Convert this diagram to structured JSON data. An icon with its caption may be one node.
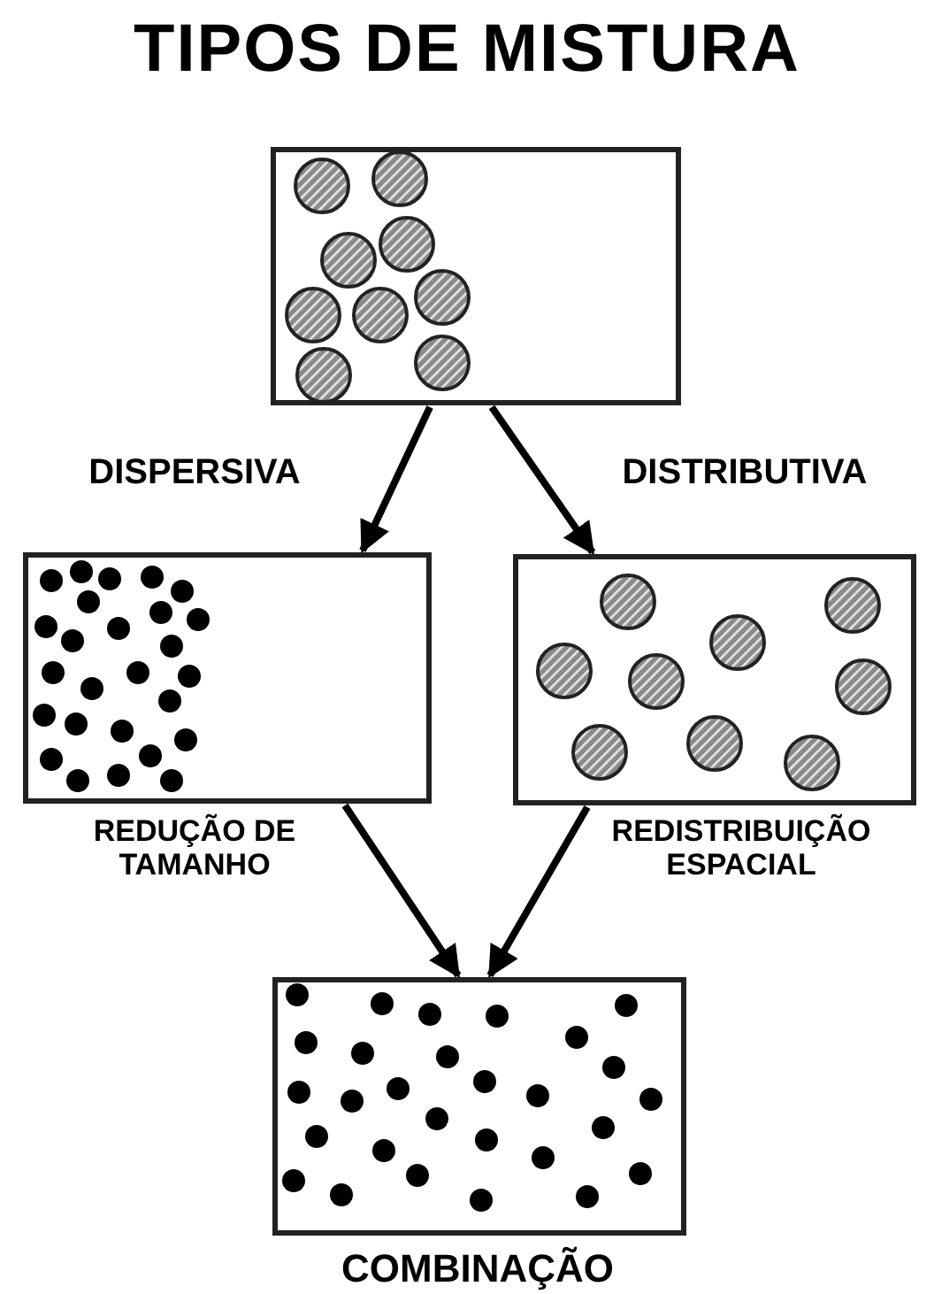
{
  "diagram": {
    "title": "TIPOS DE MISTURA",
    "nodes": [
      {
        "text": [],
        "shape": "box"
      },
      {
        "text": [],
        "shape": "box",
        "beside": [
          "REDUÇÃO DE TAMANHO"
        ]
      },
      {
        "text": [],
        "shape": "box",
        "beside": [
          "REDISTRIBUIÇÃO ESPACIAL"
        ]
      },
      {
        "text": [],
        "shape": "box",
        "beside": [
          "COMBINAÇÃO"
        ]
      }
    ],
    "edges": [
      {
        "from": 0,
        "to": 1,
        "arrow": "to",
        "label": "DISPERSIVA"
      },
      {
        "from": 0,
        "to": 2,
        "arrow": "to",
        "label": "DISTRIBUTIVA"
      },
      {
        "from": 1,
        "to": 3,
        "arrow": "to"
      },
      {
        "from": 2,
        "to": 3,
        "arrow": "to"
      }
    ]
  }
}
